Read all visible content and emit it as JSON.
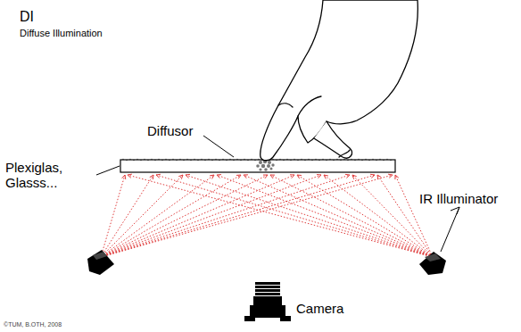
{
  "diagram": {
    "title": "DI",
    "labels": [
      "Diffuse Illumination",
      "Diffusor",
      "Plexiglas, Glasss...",
      "IR Illuminator",
      "Camera",
      "©TUM, B.OTH, 2008"
    ]
  }
}
